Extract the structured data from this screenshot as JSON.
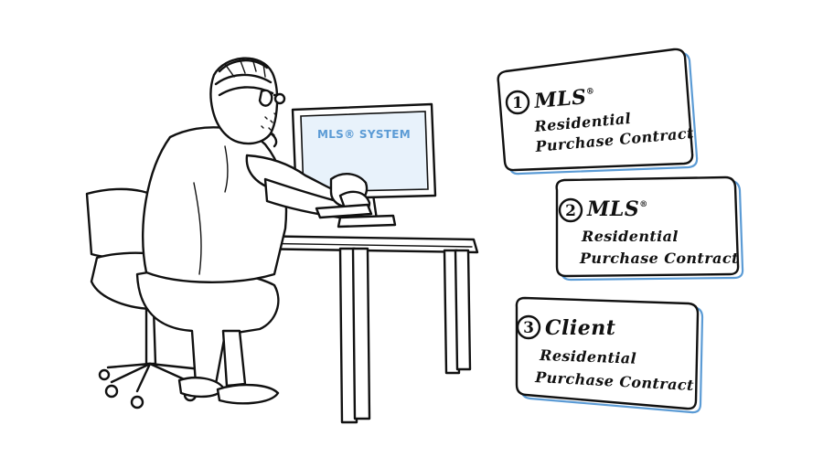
{
  "screen": {
    "text": "MLS® SYSTEM"
  },
  "colors": {
    "ink": "#111111",
    "accent": "#5b9bd5",
    "screen_fill": "#e8f2fb"
  },
  "cards": [
    {
      "number": "1",
      "title": "MLS",
      "title_sup": "®",
      "line1": "Residential",
      "line2": "Purchase Contract"
    },
    {
      "number": "2",
      "title": "MLS",
      "title_sup": "®",
      "line1": "Residential",
      "line2": "Purchase Contract"
    },
    {
      "number": "3",
      "title": "Client",
      "title_sup": "",
      "line1": "Residential",
      "line2": "Purchase Contract"
    }
  ]
}
